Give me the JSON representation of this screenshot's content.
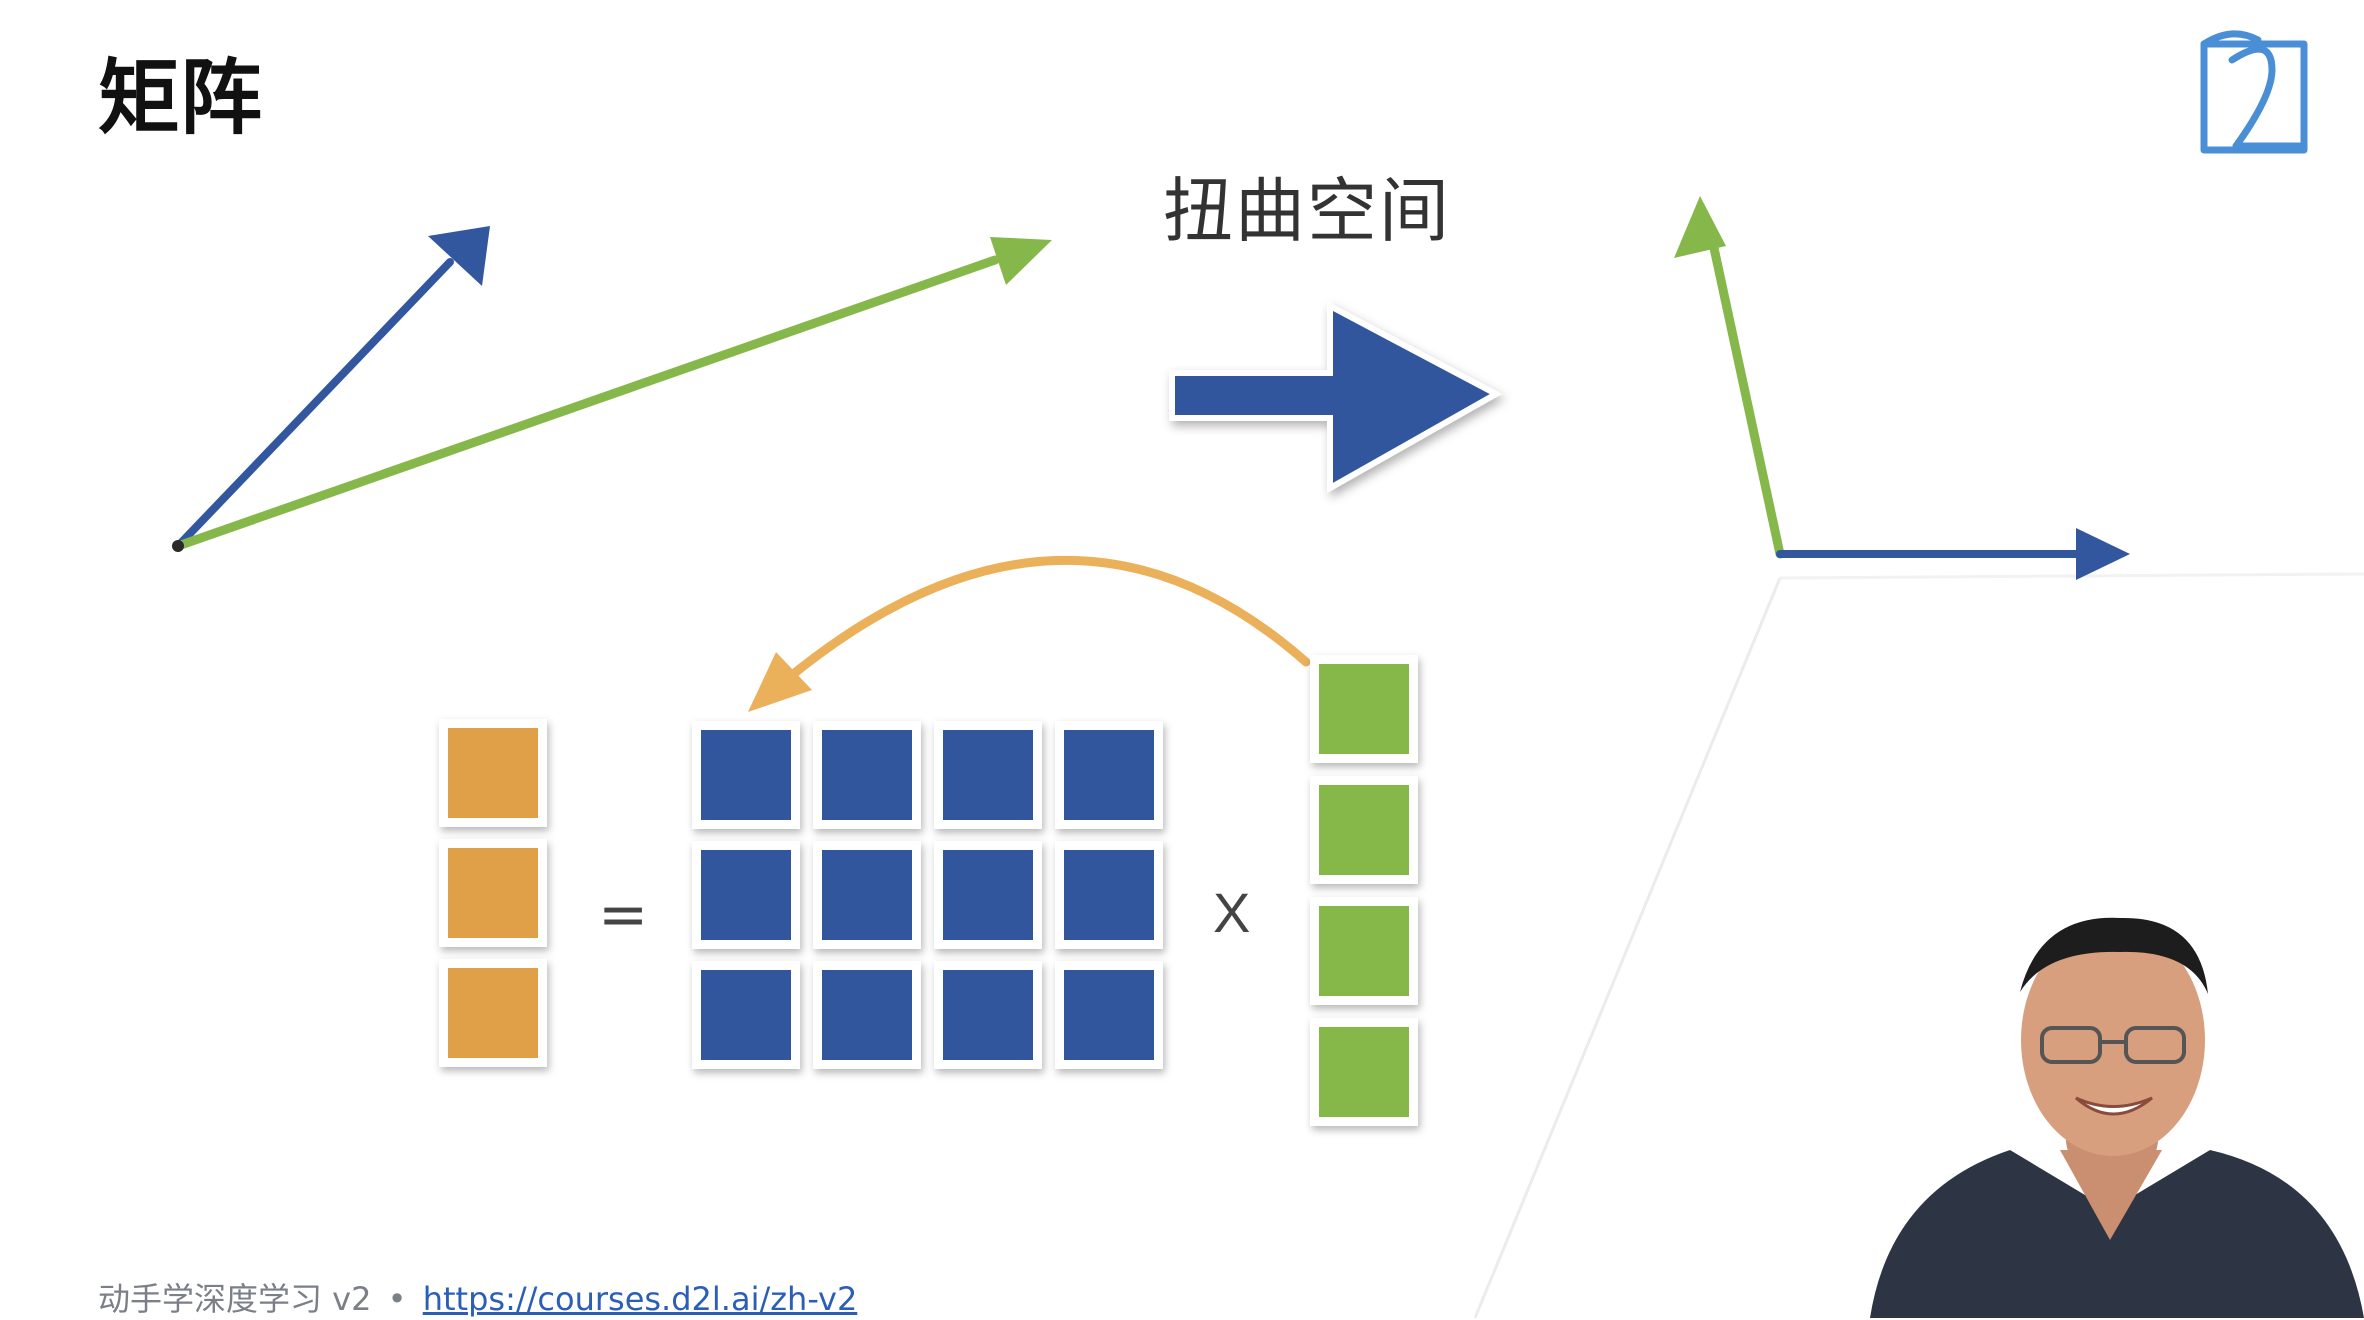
{
  "slide": {
    "title": "矩阵",
    "warp_label": "扭曲空间",
    "equals": "=",
    "times": "X"
  },
  "footer": {
    "text": "动手学深度学习 v2",
    "separator": "•",
    "link": "https://courses.d2l.ai/zh-v2"
  },
  "colors": {
    "blue": "#33579e",
    "green": "#86b74a",
    "orange": "#e0a046",
    "arc": "#ebb15a",
    "logo": "#4a8fd6"
  },
  "matrix": {
    "rows": 3,
    "cols": 4
  },
  "output_vector": {
    "length": 3
  },
  "input_vector": {
    "length": 4
  }
}
